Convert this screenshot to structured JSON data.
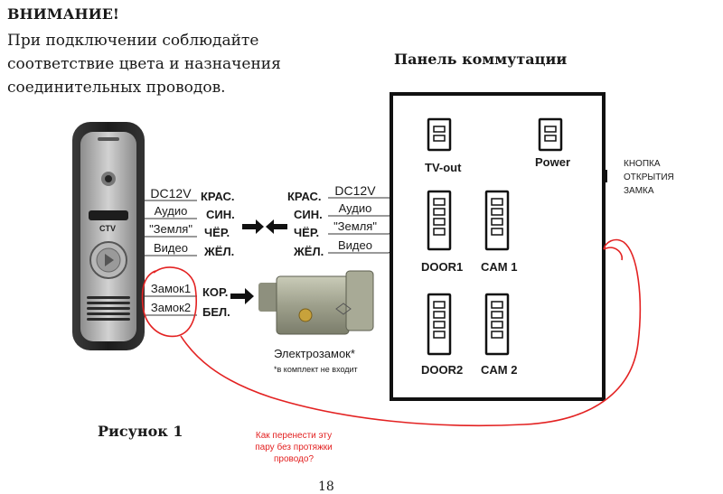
{
  "warning": {
    "title": "ВНИМАНИЕ!",
    "lines": [
      "При подключении соблюдайте",
      "соответствие цвета и назначения",
      "соединительных проводов."
    ]
  },
  "panel": {
    "title": "Панель коммутации",
    "connectors": {
      "tv_out": "TV-out",
      "power": "Power",
      "door1": "DOOR1",
      "cam1": "CAM 1",
      "door2": "DOOR2",
      "cam2": "CAM 2"
    },
    "button_note": [
      "КНОПКА",
      "ОТКРЫТИЯ",
      "ЗАМКА"
    ]
  },
  "left_wires": {
    "labels": [
      "DC12V",
      "Аудио",
      "\"Земля\"",
      "Видео"
    ],
    "colors": [
      "КРАС.",
      "СИН.",
      "ЧЁР.",
      "ЖЁЛ."
    ]
  },
  "right_wires": {
    "colors": [
      "КРАС.",
      "СИН.",
      "ЧЁР.",
      "ЖЁЛ."
    ],
    "labels": [
      "DC12V",
      "Аудио",
      "\"Земля\"",
      "Видео"
    ]
  },
  "lock_wires": {
    "labels": [
      "Замок1",
      "Замок2"
    ],
    "colors": [
      "КОР.",
      "БЕЛ."
    ]
  },
  "camera": {
    "brand": "CTV"
  },
  "lock": {
    "label": "Электрозамок*",
    "note": "*в комплект не входит"
  },
  "figure": {
    "caption": "Рисунок 1"
  },
  "annotation": {
    "lines": [
      "Как перенести эту",
      "пару без протяжки",
      "проводо?"
    ],
    "color": "#e32222"
  },
  "page_number": "18"
}
